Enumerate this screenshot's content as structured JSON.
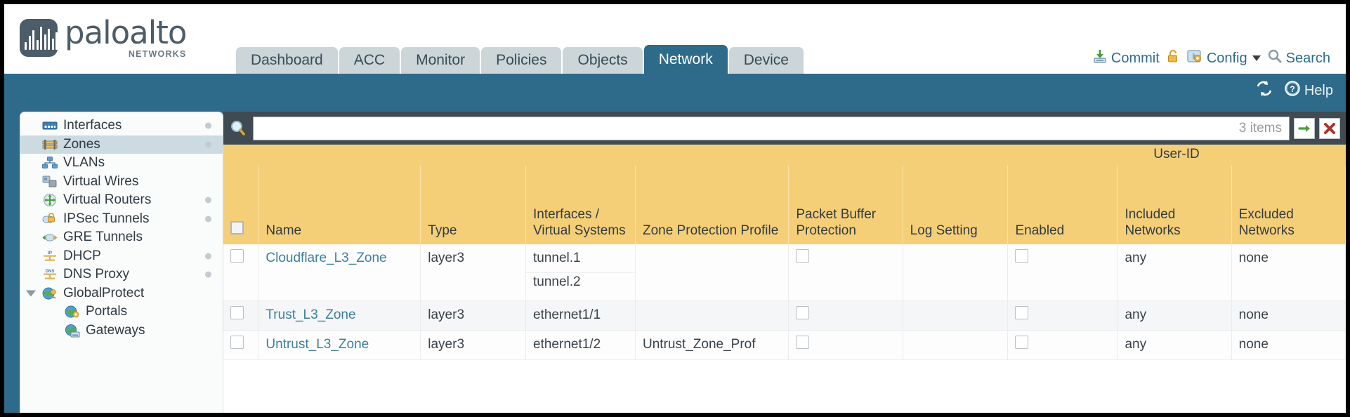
{
  "brand": {
    "name": "paloalto",
    "tagline": "NETWORKS"
  },
  "tabs": [
    {
      "label": "Dashboard",
      "active": false
    },
    {
      "label": "ACC",
      "active": false
    },
    {
      "label": "Monitor",
      "active": false
    },
    {
      "label": "Policies",
      "active": false
    },
    {
      "label": "Objects",
      "active": false
    },
    {
      "label": "Network",
      "active": true
    },
    {
      "label": "Device",
      "active": false
    }
  ],
  "header_actions": {
    "commit": "Commit",
    "config": "Config",
    "search": "Search"
  },
  "blueband": {
    "help": "Help",
    "refresh_icon": "refresh-icon",
    "help_icon": "help-icon"
  },
  "sidebar": {
    "items": [
      {
        "label": "Interfaces",
        "icon": "interfaces-icon",
        "selected": false,
        "dot": true,
        "child": false,
        "twisty": false
      },
      {
        "label": "Zones",
        "icon": "zones-icon",
        "selected": true,
        "dot": true,
        "child": false,
        "twisty": false
      },
      {
        "label": "VLANs",
        "icon": "vlans-icon",
        "selected": false,
        "dot": false,
        "child": false,
        "twisty": false
      },
      {
        "label": "Virtual Wires",
        "icon": "virtual-wires-icon",
        "selected": false,
        "dot": false,
        "child": false,
        "twisty": false
      },
      {
        "label": "Virtual Routers",
        "icon": "virtual-routers-icon",
        "selected": false,
        "dot": true,
        "child": false,
        "twisty": false
      },
      {
        "label": "IPSec Tunnels",
        "icon": "ipsec-tunnels-icon",
        "selected": false,
        "dot": true,
        "child": false,
        "twisty": false
      },
      {
        "label": "GRE Tunnels",
        "icon": "gre-tunnels-icon",
        "selected": false,
        "dot": false,
        "child": false,
        "twisty": false
      },
      {
        "label": "DHCP",
        "icon": "dhcp-icon",
        "selected": false,
        "dot": true,
        "child": false,
        "twisty": false
      },
      {
        "label": "DNS Proxy",
        "icon": "dns-proxy-icon",
        "selected": false,
        "dot": true,
        "child": false,
        "twisty": false
      },
      {
        "label": "GlobalProtect",
        "icon": "globalprotect-icon",
        "selected": false,
        "dot": false,
        "child": false,
        "twisty": true
      },
      {
        "label": "Portals",
        "icon": "portals-icon",
        "selected": false,
        "dot": false,
        "child": true,
        "twisty": false
      },
      {
        "label": "Gateways",
        "icon": "gateways-icon",
        "selected": false,
        "dot": false,
        "child": true,
        "twisty": false
      }
    ]
  },
  "search": {
    "value": "",
    "placeholder": "",
    "items_count": "3 items",
    "apply_icon": "apply-filter-arrow-icon",
    "clear_icon": "clear-filter-x-icon",
    "magnifier_icon": "search-icon"
  },
  "table": {
    "group_headers": [
      {
        "label": "",
        "span": 7,
        "kind": "blank"
      },
      {
        "label": "User-ID",
        "span": 3,
        "kind": "userid"
      }
    ],
    "columns": [
      "",
      "Name",
      "Type",
      "Interfaces / Virtual Systems",
      "Zone Protection Profile",
      "Packet Buffer Protection",
      "Log Setting",
      "Enabled",
      "Included Networks",
      "Excluded Networks"
    ],
    "rows": [
      {
        "checkbox": false,
        "name": "Cloudflare_L3_Zone",
        "type": "layer3",
        "interfaces": [
          "tunnel.1",
          "tunnel.2"
        ],
        "zone_protection_profile": "",
        "packet_buffer_protection": false,
        "log_setting": "",
        "user_id_enabled": false,
        "included_networks": "any",
        "excluded_networks": "none",
        "alt": false
      },
      {
        "checkbox": false,
        "name": "Trust_L3_Zone",
        "type": "layer3",
        "interfaces": [
          "ethernet1/1"
        ],
        "zone_protection_profile": "",
        "packet_buffer_protection": false,
        "log_setting": "",
        "user_id_enabled": false,
        "included_networks": "any",
        "excluded_networks": "none",
        "alt": true
      },
      {
        "checkbox": false,
        "name": "Untrust_L3_Zone",
        "type": "layer3",
        "interfaces": [
          "ethernet1/2"
        ],
        "zone_protection_profile": "Untrust_Zone_Prof",
        "packet_buffer_protection": false,
        "log_setting": "",
        "user_id_enabled": false,
        "included_networks": "any",
        "excluded_networks": "none",
        "alt": false
      }
    ]
  },
  "colors": {
    "brand_blue": "#2e6a8a",
    "header_yellow": "#f5cf78",
    "group_yellow": "#e0b352",
    "link_blue": "#3c7f9e",
    "tab_grey": "#ccd6d9"
  }
}
